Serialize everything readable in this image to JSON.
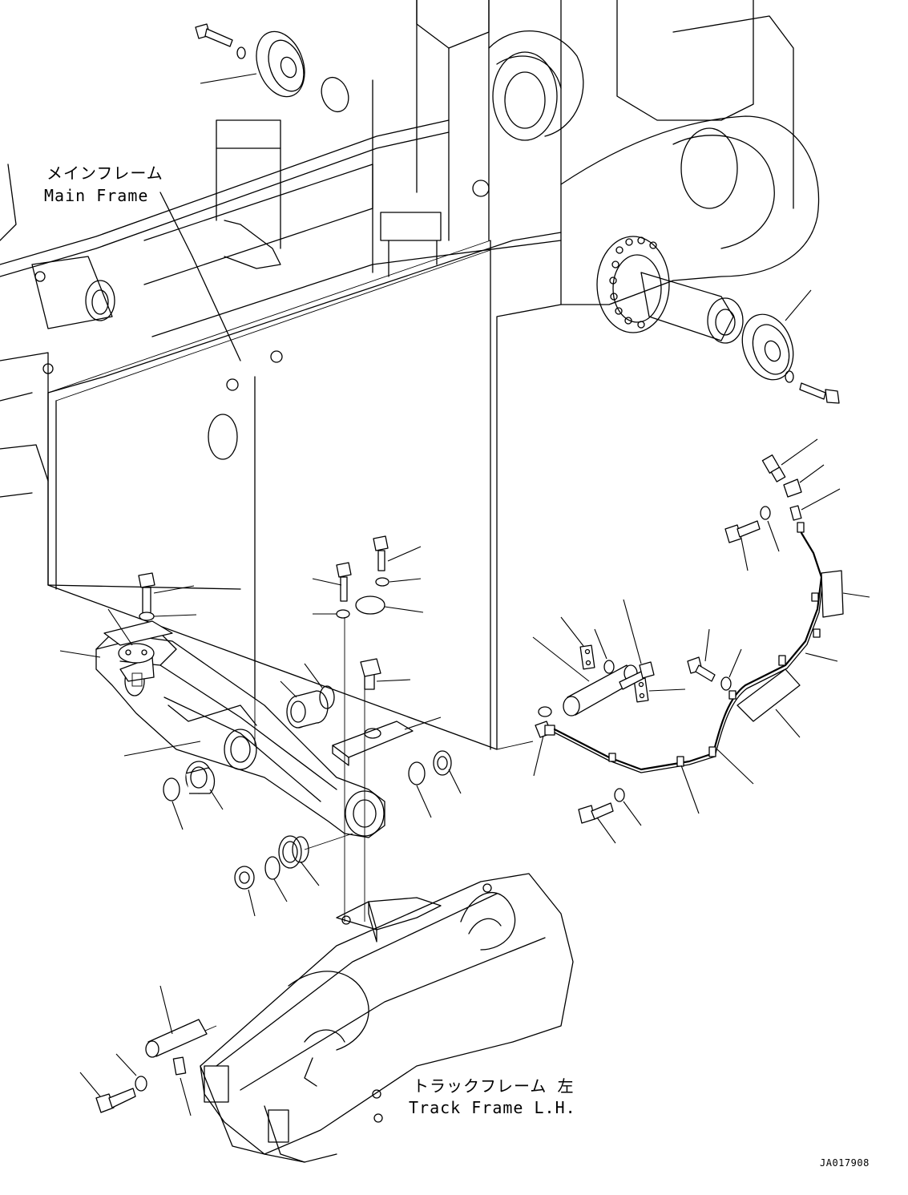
{
  "labels": {
    "main_frame_jp": "メインフレーム",
    "main_frame_en": "Main Frame",
    "track_frame_jp": "トラックフレーム 左",
    "track_frame_en": "Track Frame L.H.",
    "drawing_code": "JA017908"
  },
  "icons": [
    "main-frame-casting",
    "trunnion-cap",
    "equalizer-bar",
    "pin",
    "bolt",
    "washer",
    "snap-ring",
    "bushing",
    "seal",
    "grease-fitting",
    "plate",
    "wire-harness",
    "sensor",
    "clamp",
    "track-frame"
  ],
  "colors": {
    "line": "#000000",
    "background": "#ffffff"
  }
}
